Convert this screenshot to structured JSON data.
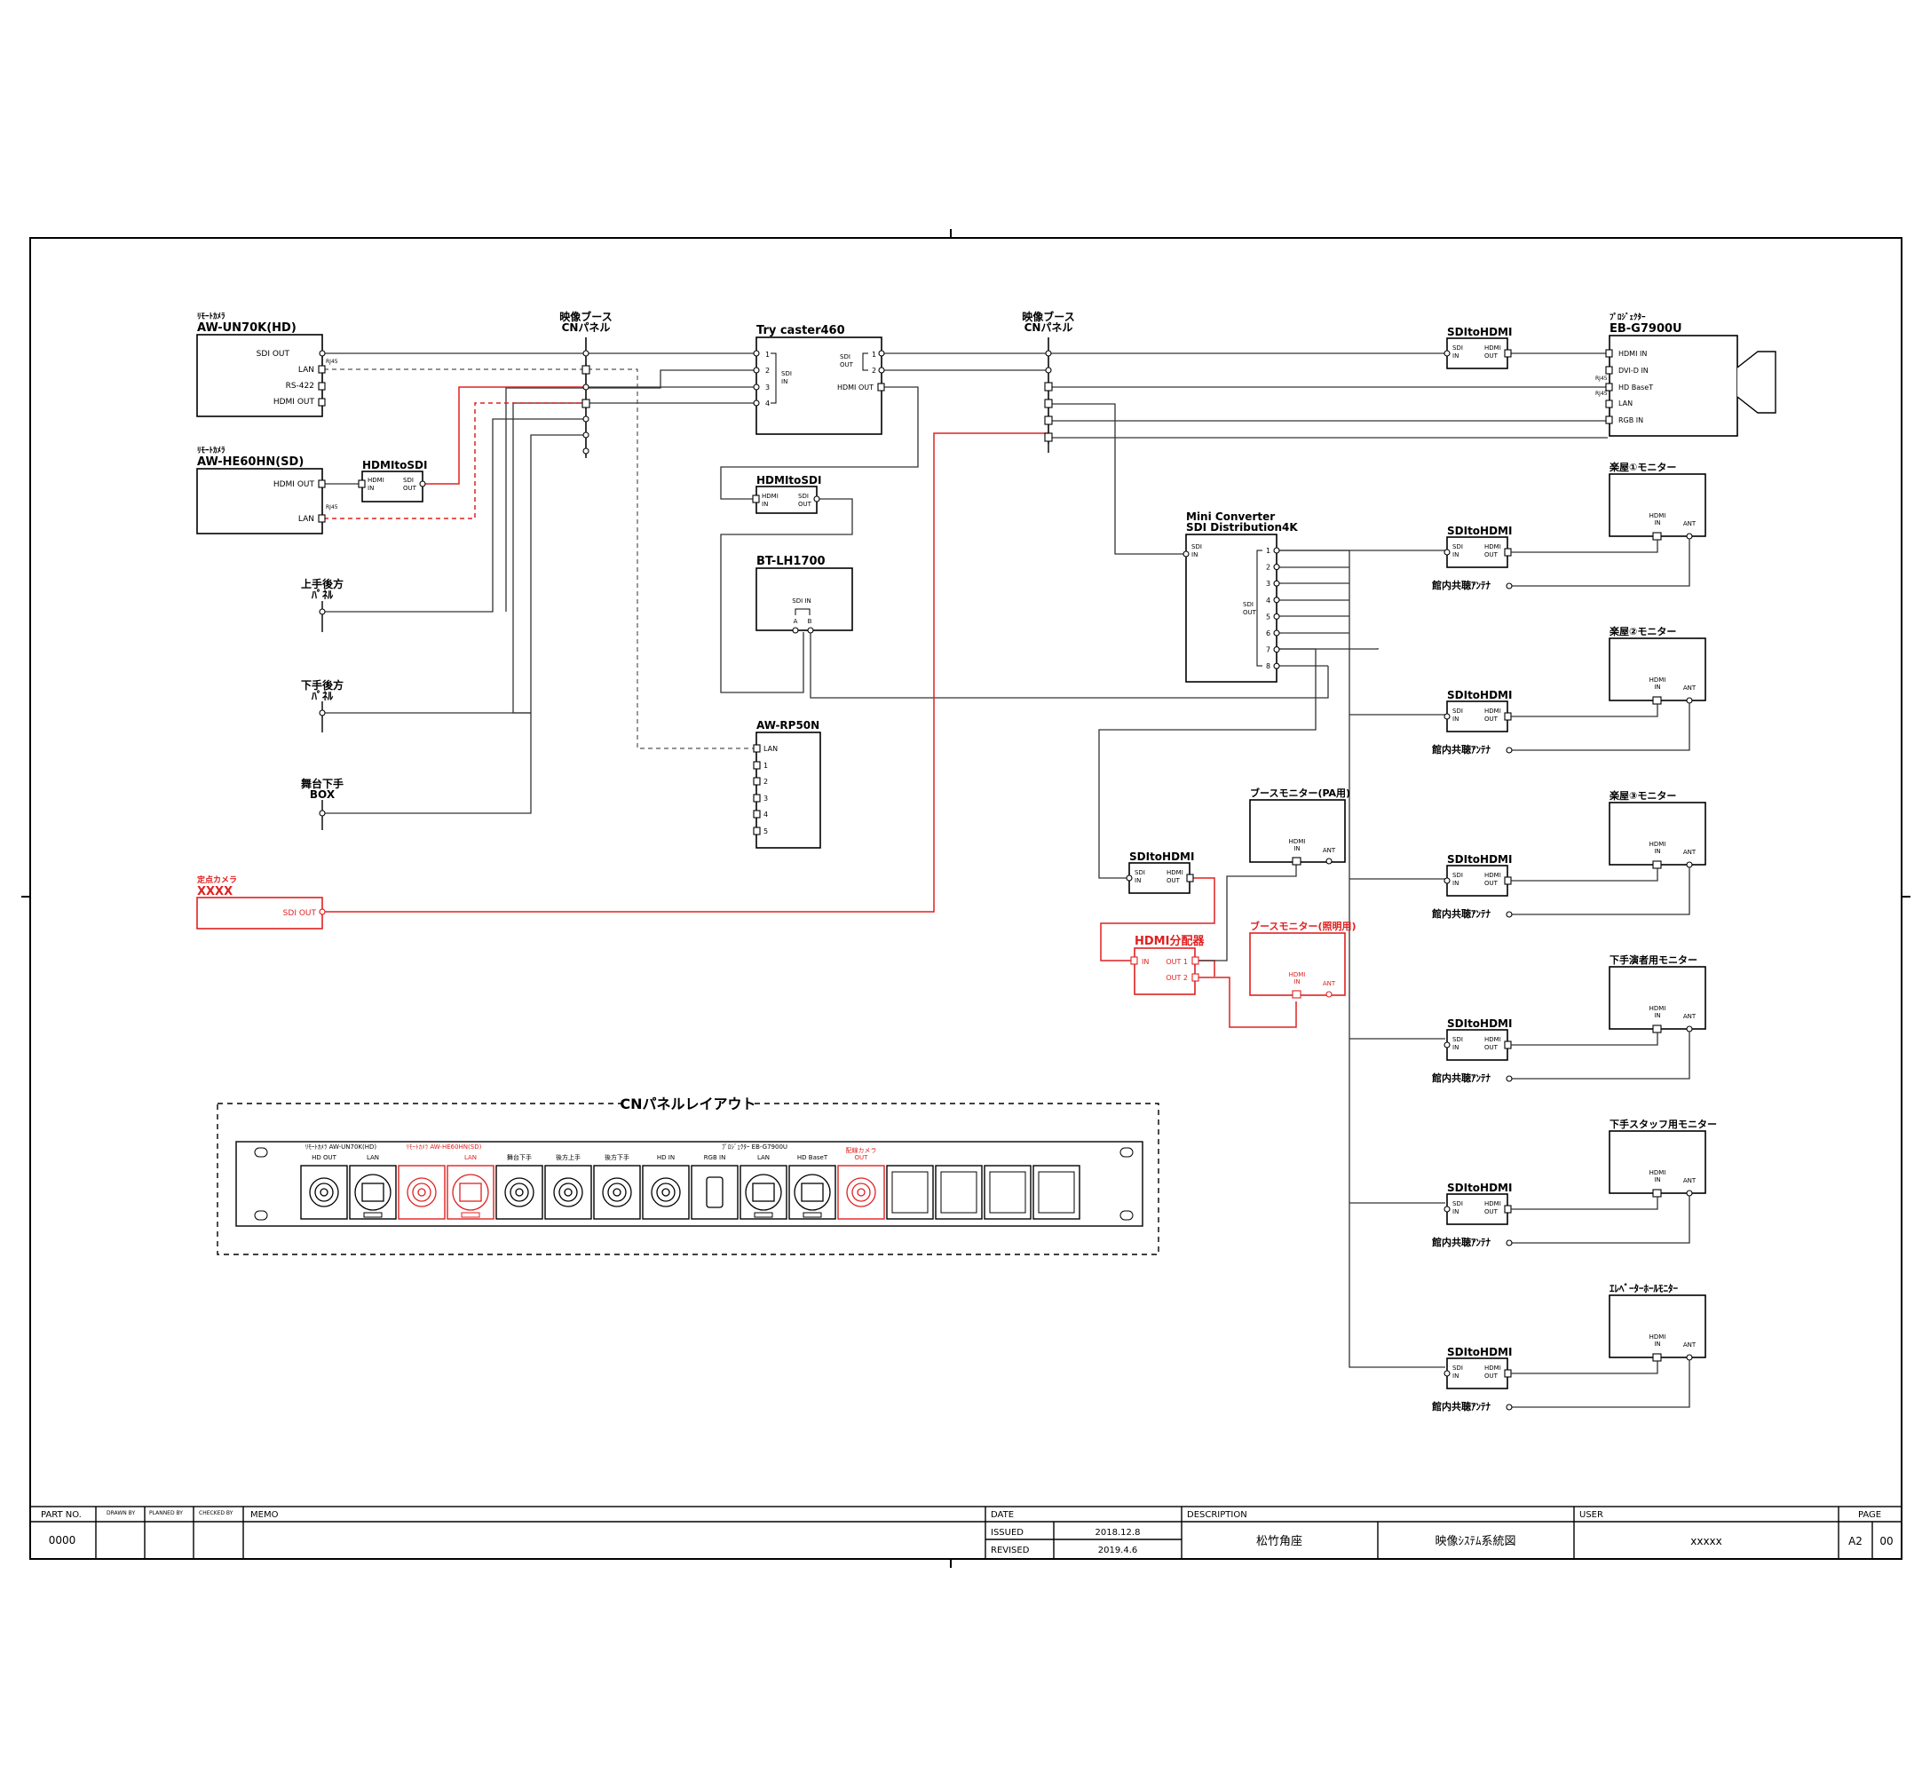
{
  "devices": {
    "cam_hd": {
      "category": "ﾘﾓｰﾄｶﾒﾗ",
      "name": "AW-UN70K(HD)",
      "ports": [
        "SDI OUT",
        "LAN",
        "RS-422",
        "HDMI OUT"
      ],
      "rj45": "RJ45"
    },
    "cam_sd": {
      "category": "ﾘﾓｰﾄｶﾒﾗ",
      "name": "AW-HE60HN(SD)",
      "ports": [
        "HDMI OUT",
        "LAN"
      ],
      "rj45": "RJ45"
    },
    "hdmi2sdi_1": {
      "name": "HDMItoSDI",
      "in": "HDMI\nIN",
      "out": "SDI\nOUT"
    },
    "kamite": {
      "name": "上手後方\nﾊﾟﾈﾙ"
    },
    "shimote": {
      "name": "下手後方\nﾊﾟﾈﾙ"
    },
    "butai": {
      "name": "舞台下手\nBOX"
    },
    "fixcam": {
      "category": "定点カメラ",
      "name": "XXXX",
      "port": "SDI OUT"
    },
    "cnpanel1": {
      "name": "映像ブース\nCNパネル"
    },
    "cnpanel2": {
      "name": "映像ブース\nCNパネル"
    },
    "trycaster": {
      "name": "Try caster460",
      "inputs": [
        "1",
        "2",
        "3",
        "4"
      ],
      "sdi_in": "SDI\nIN",
      "sdi_out": "SDI\nOUT",
      "outputs": [
        "1",
        "2"
      ],
      "hdmi_out": "HDMI OUT"
    },
    "hdmi2sdi_2": {
      "name": "HDMItoSDI",
      "in": "HDMI\nIN",
      "out": "SDI\nOUT"
    },
    "btlh": {
      "name": "BT-LH1700",
      "sdi_in": "SDI IN",
      "a": "A",
      "b": "B"
    },
    "rp50": {
      "name": "AW-RP50N",
      "ports": [
        "LAN",
        "1",
        "2",
        "3",
        "4",
        "5"
      ]
    },
    "miniconv": {
      "name": "Mini Converter\nSDI Distribution4K",
      "sdi_in": "SDI\nIN",
      "sdi_out": "SDI\nOUT",
      "outputs": [
        "1",
        "2",
        "3",
        "4",
        "5",
        "6",
        "7",
        "8"
      ]
    },
    "projector": {
      "category": "ﾌﾟﾛｼﾞｪｸﾀｰ",
      "name": "EB-G7900U",
      "ports": [
        "HDMI IN",
        "DVI-D IN",
        "HD BaseT",
        "LAN",
        "RGB IN"
      ],
      "rj45": "RJ45"
    },
    "sdi2hdmi_proj": {
      "name": "SDItoHDMI",
      "in": "SDI\nIN",
      "out": "HDMI\nOUT"
    },
    "booth_pa": {
      "name": "ブースモニター(PA用)",
      "hdmi": "HDMI\nIN",
      "ant": "ANT"
    },
    "booth_light": {
      "name": "ブースモニター(照明用)",
      "hdmi": "HDMI\nIN",
      "ant": "ANT"
    },
    "sdi2hdmi_booth": {
      "name": "SDItoHDMI",
      "in": "SDI\nIN",
      "out": "HDMI\nOUT"
    },
    "splitter": {
      "name": "HDMI分配器",
      "in": "IN",
      "out1": "OUT 1",
      "out2": "OUT 2"
    }
  },
  "monitors": [
    {
      "name": "楽屋①モニター",
      "conv": "SDItoHDMI",
      "antenna": "館内共聴ｱﾝﾃﾅ"
    },
    {
      "name": "楽屋②モニター",
      "conv": "SDItoHDMI",
      "antenna": "館内共聴ｱﾝﾃﾅ"
    },
    {
      "name": "楽屋③モニター",
      "conv": "SDItoHDMI",
      "antenna": "館内共聴ｱﾝﾃﾅ"
    },
    {
      "name": "下手演者用モニター",
      "conv": "SDItoHDMI",
      "antenna": "館内共聴ｱﾝﾃﾅ"
    },
    {
      "name": "下手スタッフ用モニター",
      "conv": "SDItoHDMI",
      "antenna": "館内共聴ｱﾝﾃﾅ"
    },
    {
      "name": "ｴﾚﾍﾞｰﾀｰﾎｰﾙﾓﾆﾀｰ",
      "conv": "SDItoHDMI",
      "antenna": "館内共聴ｱﾝﾃﾅ"
    }
  ],
  "monitor_ports": {
    "conv_in": "SDI\nIN",
    "conv_out": "HDMI\nOUT",
    "hdmi": "HDMI\nIN",
    "ant": "ANT"
  },
  "panel_layout": {
    "title": "CNパネルレイアウト",
    "groups": [
      "ﾘﾓｰﾄｶﾒﾗ AW-UN70K(HD)",
      "ﾘﾓｰﾄｶﾒﾗ AW-HE60HN(SD)",
      "ﾌﾟﾛｼﾞｪｸﾀｰ EB-G7900U"
    ],
    "labels": [
      "HD OUT",
      "LAN",
      "LAN",
      "舞台下手",
      "後方上手",
      "後方下手",
      "HD IN",
      "RGB IN",
      "LAN",
      "HD BaseT",
      "配線カメラ\nOUT"
    ]
  },
  "title_block": {
    "part_no_label": "PART NO.",
    "part_no": "0000",
    "drawn_by": "DRAWN BY",
    "planned_by": "PLANNED BY",
    "checked_by": "CHECKED BY",
    "memo": "MEMO",
    "date_label": "DATE",
    "issued_label": "ISSUED",
    "issued": "2018.12.8",
    "revised_label": "REVISED",
    "revised": "2019.4.6",
    "description_label": "DESCRIPTION",
    "venue": "松竹角座",
    "drawing_title": "映像ｼｽﾃﾑ系統図",
    "user_label": "USER",
    "user": "xxxxx",
    "page_label": "PAGE",
    "size": "A2",
    "page": "00"
  },
  "colors": {
    "highlight": "#e02020",
    "line": "#333333"
  }
}
